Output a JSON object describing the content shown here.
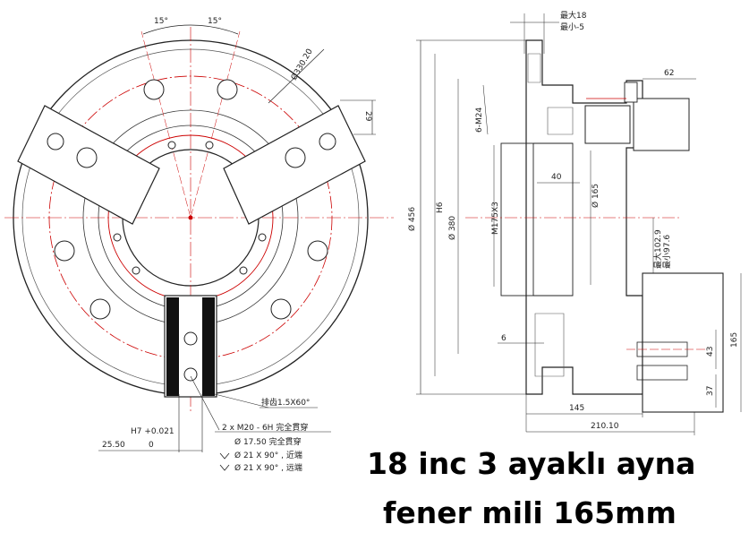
{
  "front_view": {
    "angle_left": "15°",
    "angle_right": "15°",
    "diameter_outer": "Ø330.20",
    "jaw_width": "29",
    "chamfer_note": "排齿1.5X60°",
    "fit_label": "H7 +0.021",
    "fit_lower": "0",
    "offset": "25.50",
    "thread_note": "2 x  M20 - 6H 完全貫穿",
    "bore_note": "Ø 17.50 完全貫穿",
    "cbore_near": "Ø 21 X 90° , 近端",
    "cbore_far": "Ø 21 X 90° , 远端"
  },
  "side_view": {
    "stroke_max": "最大18",
    "stroke_min": "最小-5",
    "dim_62": "62",
    "thread_m24": "6-M24",
    "dim_40": "40",
    "dia_165": "Ø 165",
    "dia_456": "Ø 456",
    "fit_h6": "H6",
    "dia_380": "Ø 380",
    "thread_m175": "M175X3",
    "travel_max": "最大102.9",
    "travel_min": "最小97.6",
    "dim_6": "6",
    "dim_43": "43",
    "dim_165": "165",
    "dim_37": "37",
    "dim_145": "145",
    "dim_210": "210.10"
  },
  "caption": {
    "line1": "18 inc 3 ayaklı ayna",
    "line2": "fener mili 165mm"
  }
}
